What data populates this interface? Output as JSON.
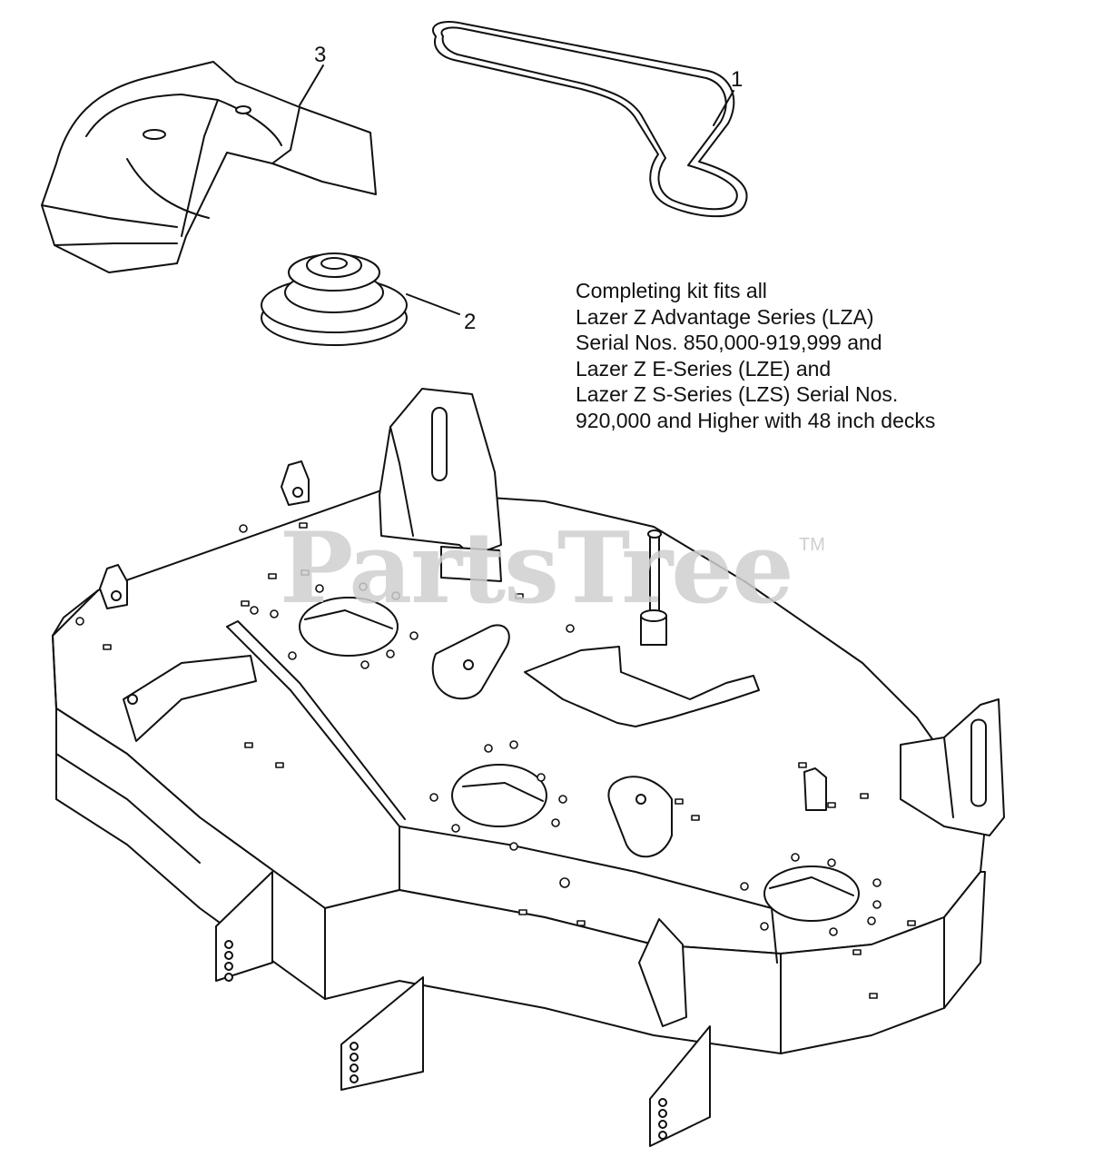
{
  "diagram": {
    "callouts": [
      {
        "id": "1",
        "label": "1",
        "part": "belt"
      },
      {
        "id": "2",
        "label": "2",
        "part": "pulley"
      },
      {
        "id": "3",
        "label": "3",
        "part": "belt-cover"
      }
    ],
    "kit_note": {
      "lines": [
        "Completing kit fits all",
        "Lazer Z Advantage Series (LZA)",
        "Serial Nos. 850,000-919,999 and",
        "Lazer Z E-Series (LZE) and",
        "Lazer Z S-Series (LZS) Serial Nos.",
        "920,000 and Higher with 48 inch decks"
      ]
    },
    "watermark": {
      "text": "PartsTree",
      "tm": "TM"
    },
    "colors": {
      "line": "#111111",
      "fill": "#ffffff",
      "watermark": "#cfcfcf"
    }
  }
}
